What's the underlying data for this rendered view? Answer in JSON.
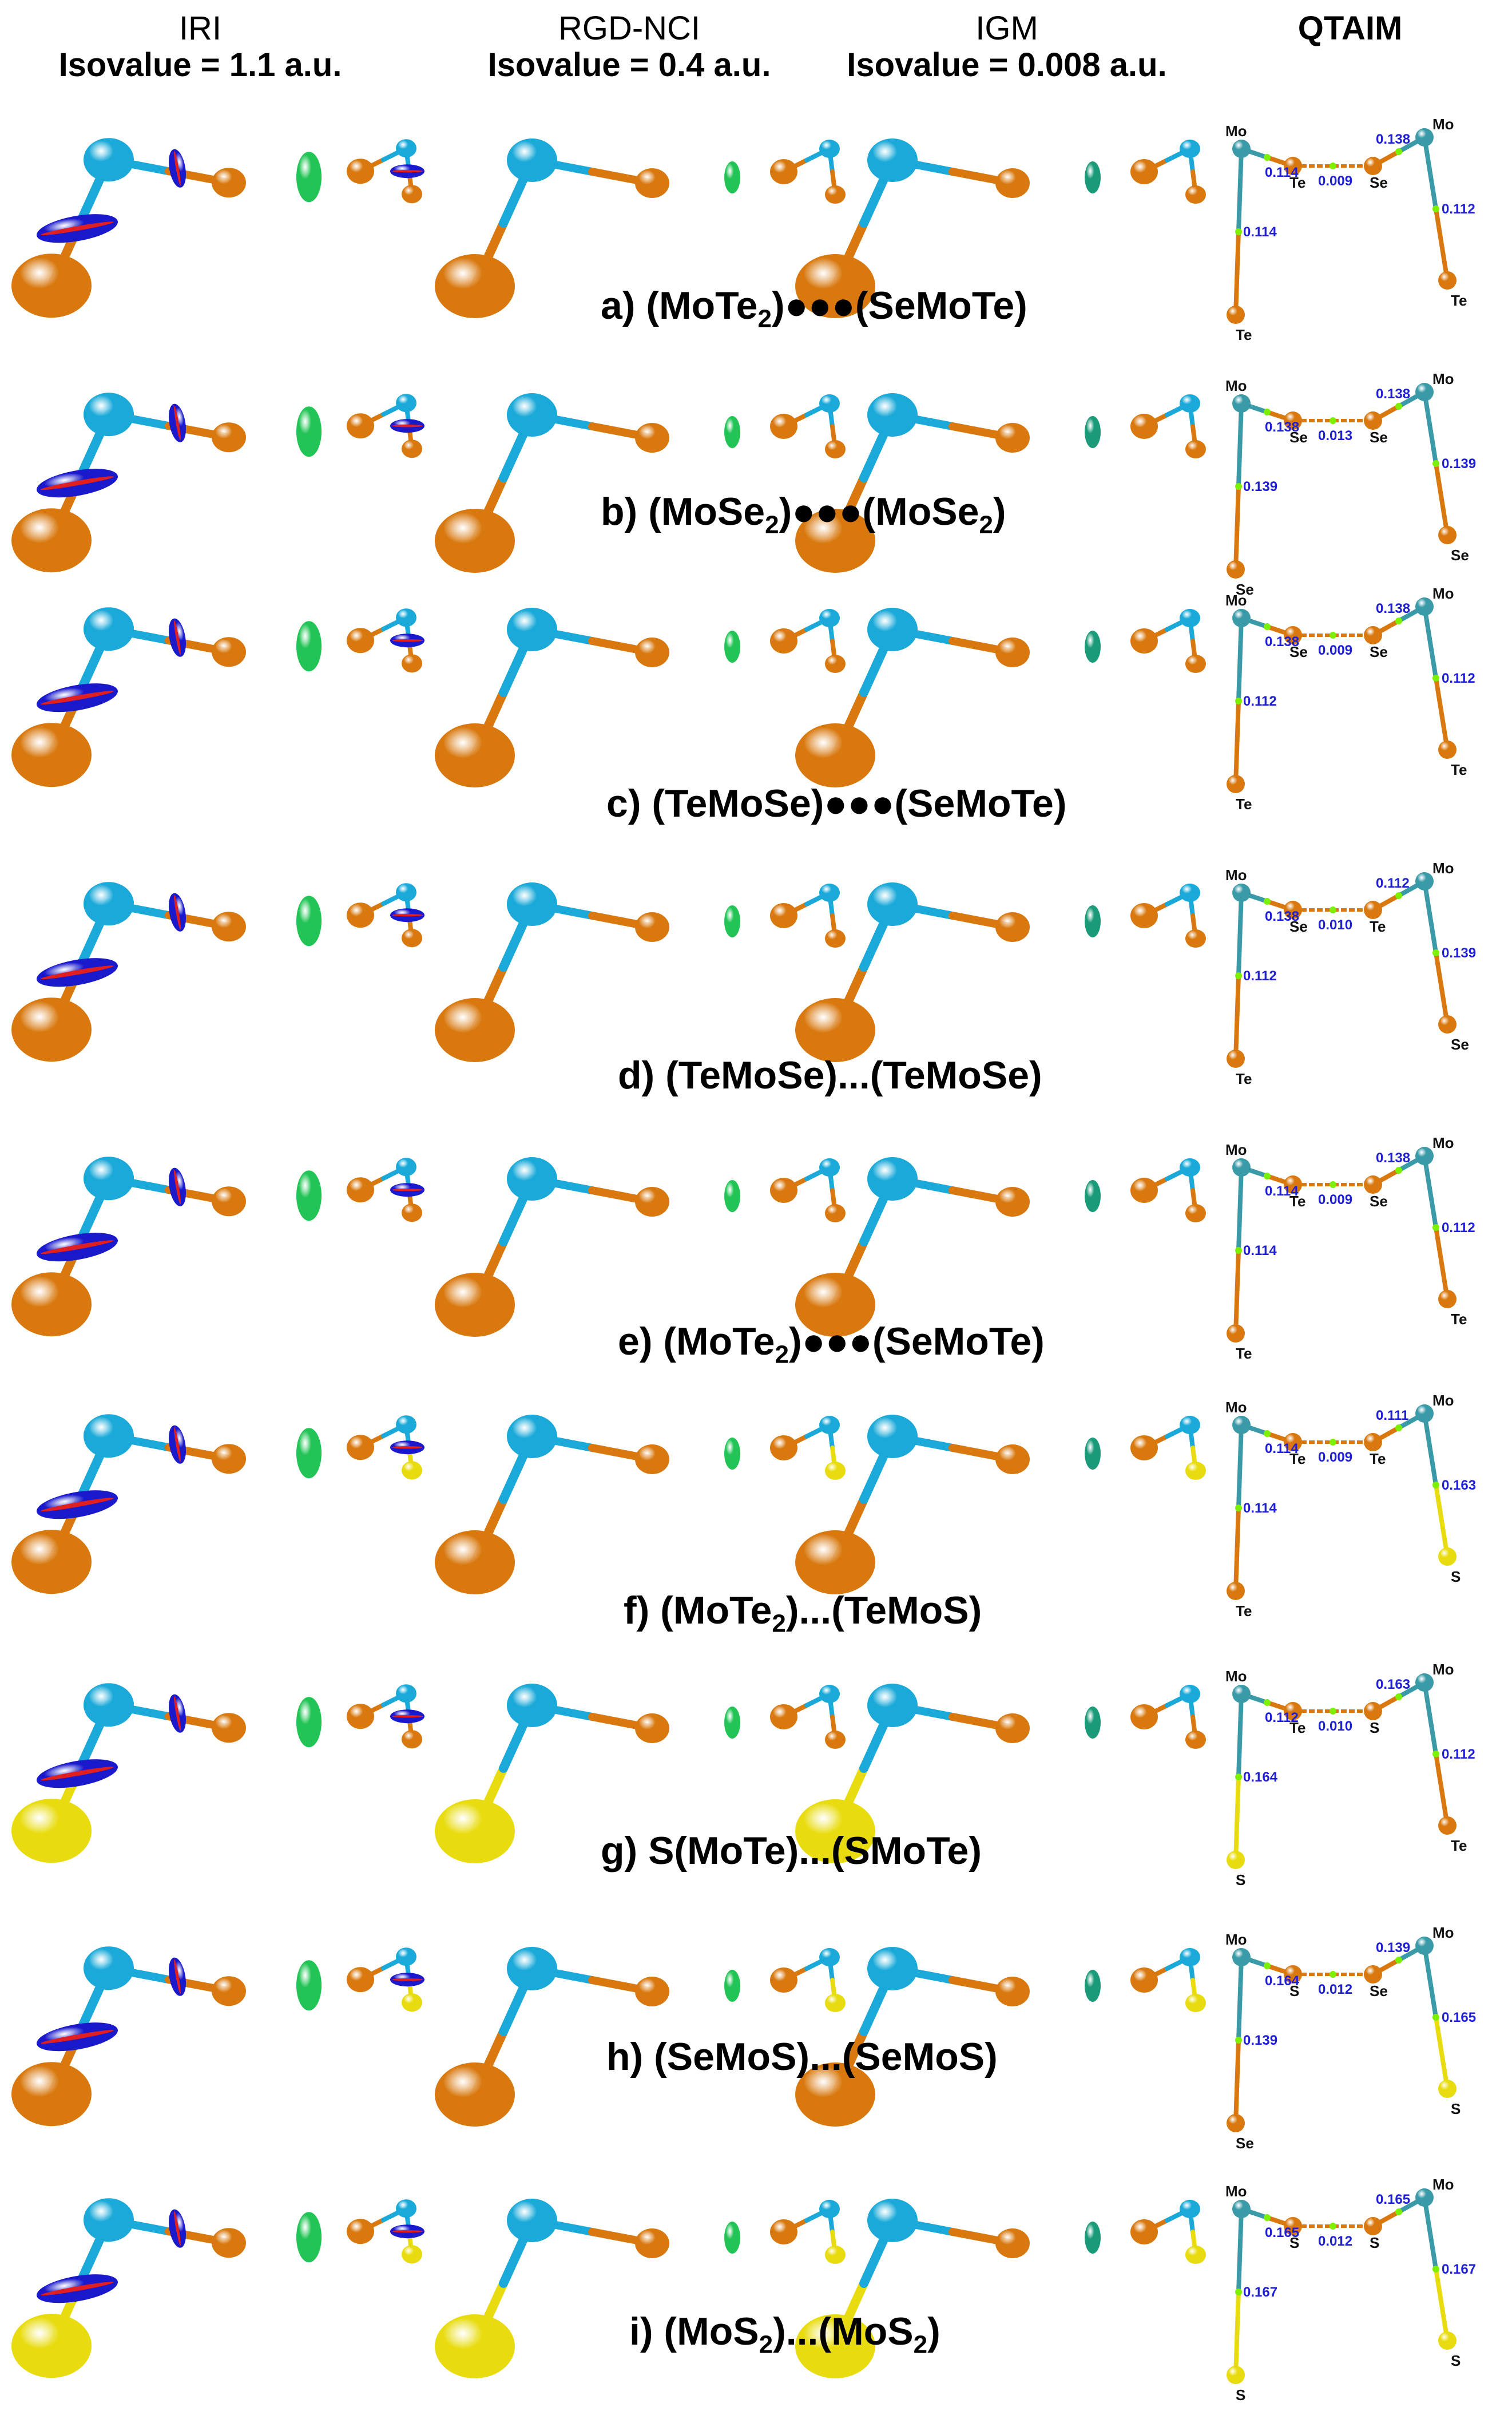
{
  "columns": [
    {
      "name": "IRI",
      "isovalue": "Isovalue = 1.1 a.u."
    },
    {
      "name": "RGD-NCI",
      "isovalue": "Isovalue = 0.4 a.u."
    },
    {
      "name": "IGM",
      "isovalue": "Isovalue = 0.008 a.u."
    },
    {
      "name": "QTAIM",
      "isovalue": ""
    }
  ],
  "colors": {
    "mo": "#1aa9d8",
    "te": "#d8780e",
    "se": "#d8780e",
    "s": "#e8dc10",
    "qtaim_mo": "#3a9aa8",
    "iri_blue": "#1a1acc",
    "iri_red": "#e02020",
    "nci_green": "#22c455",
    "igm_teal": "#1a9a78",
    "bcp_green": "#7cf000",
    "bcp_text": "#1f1fd6"
  },
  "rows": [
    {
      "label_pre": "a) (MoTe",
      "label_sub": "2",
      "label_post": ")●●●(SeMoTe)",
      "qtaim": {
        "left_top": "Mo",
        "left_bottom": "Te",
        "mid_left": "Te",
        "mid_right": "Se",
        "right_top": "Mo",
        "right_bottom": "Te",
        "v_left_vert": "0.114",
        "v_left_top": "0.114",
        "v_mid": "0.009",
        "v_right_top": "0.138",
        "v_right_vert": "0.112"
      },
      "elements": {
        "left_end": "te",
        "right_end": "te"
      }
    },
    {
      "label_pre": "b) (MoSe",
      "label_sub": "2",
      "label_post": ")●●●(MoSe",
      "label_sub2": "2",
      "label_post2": ")",
      "qtaim": {
        "left_top": "Mo",
        "left_bottom": "Se",
        "mid_left": "Se",
        "mid_right": "Se",
        "right_top": "Mo",
        "right_bottom": "Se",
        "v_left_vert": "0.139",
        "v_left_top": "0.138",
        "v_mid": "0.013",
        "v_right_top": "0.138",
        "v_right_vert": "0.139"
      },
      "elements": {
        "left_end": "se",
        "right_end": "se"
      }
    },
    {
      "label_pre": "c) (TeMoSe)●●●(SeMoTe)",
      "qtaim": {
        "left_top": "Mo",
        "left_bottom": "Te",
        "mid_left": "Se",
        "mid_right": "Se",
        "right_top": "Mo",
        "right_bottom": "Te",
        "v_left_vert": "0.112",
        "v_left_top": "0.138",
        "v_mid": "0.009",
        "v_right_top": "0.138",
        "v_right_vert": "0.112"
      },
      "elements": {
        "left_end": "te",
        "right_end": "te"
      }
    },
    {
      "label_pre": "d) (TeMoSe)...(TeMoSe)",
      "qtaim": {
        "left_top": "Mo",
        "left_bottom": "Te",
        "mid_left": "Se",
        "mid_right": "Te",
        "right_top": "Mo",
        "right_bottom": "Se",
        "v_left_vert": "0.112",
        "v_left_top": "0.138",
        "v_mid": "0.010",
        "v_right_top": "0.112",
        "v_right_vert": "0.139"
      },
      "elements": {
        "left_end": "te",
        "right_end": "se"
      }
    },
    {
      "label_pre": "e) (MoTe",
      "label_sub": "2",
      "label_post": ")●●●(SeMoTe)",
      "qtaim": {
        "left_top": "Mo",
        "left_bottom": "Te",
        "mid_left": "Te",
        "mid_right": "Se",
        "right_top": "Mo",
        "right_bottom": "Te",
        "v_left_vert": "0.114",
        "v_left_top": "0.114",
        "v_mid": "0.009",
        "v_right_top": "0.138",
        "v_right_vert": "0.112"
      },
      "elements": {
        "left_end": "te",
        "right_end": "te"
      }
    },
    {
      "label_pre": "f) (MoTe",
      "label_sub": "2",
      "label_post": ")...(TeMoS)",
      "qtaim": {
        "left_top": "Mo",
        "left_bottom": "Te",
        "mid_left": "Te",
        "mid_right": "Te",
        "right_top": "Mo",
        "right_bottom": "S",
        "v_left_vert": "0.114",
        "v_left_top": "0.114",
        "v_mid": "0.009",
        "v_right_top": "0.111",
        "v_right_vert": "0.163"
      },
      "elements": {
        "left_end": "te",
        "right_end": "s"
      }
    },
    {
      "label_pre": "g) S(MoTe)...(SMoTe)",
      "qtaim": {
        "left_top": "Mo",
        "left_bottom": "S",
        "mid_left": "Te",
        "mid_right": "S",
        "right_top": "Mo",
        "right_bottom": "Te",
        "v_left_vert": "0.164",
        "v_left_top": "0.112",
        "v_mid": "0.010",
        "v_right_top": "0.163",
        "v_right_vert": "0.112"
      },
      "elements": {
        "left_end": "s",
        "right_end": "te"
      }
    },
    {
      "label_pre": "h) (SeMoS)...(SeMoS)",
      "qtaim": {
        "left_top": "Mo",
        "left_bottom": "Se",
        "mid_left": "S",
        "mid_right": "Se",
        "right_top": "Mo",
        "right_bottom": "S",
        "v_left_vert": "0.139",
        "v_left_top": "0.164",
        "v_mid": "0.012",
        "v_right_top": "0.139",
        "v_right_vert": "0.165"
      },
      "elements": {
        "left_end": "se",
        "right_end": "s"
      }
    },
    {
      "label_pre": "i) (MoS",
      "label_sub": "2",
      "label_post": ")...(MoS",
      "label_sub2": "2",
      "label_post2": ")",
      "qtaim": {
        "left_top": "Mo",
        "left_bottom": "S",
        "mid_left": "S",
        "mid_right": "S",
        "right_top": "Mo",
        "right_bottom": "S",
        "v_left_vert": "0.167",
        "v_left_top": "0.165",
        "v_mid": "0.012",
        "v_right_top": "0.165",
        "v_right_vert": "0.167"
      },
      "elements": {
        "left_end": "s",
        "right_end": "s"
      }
    }
  ]
}
